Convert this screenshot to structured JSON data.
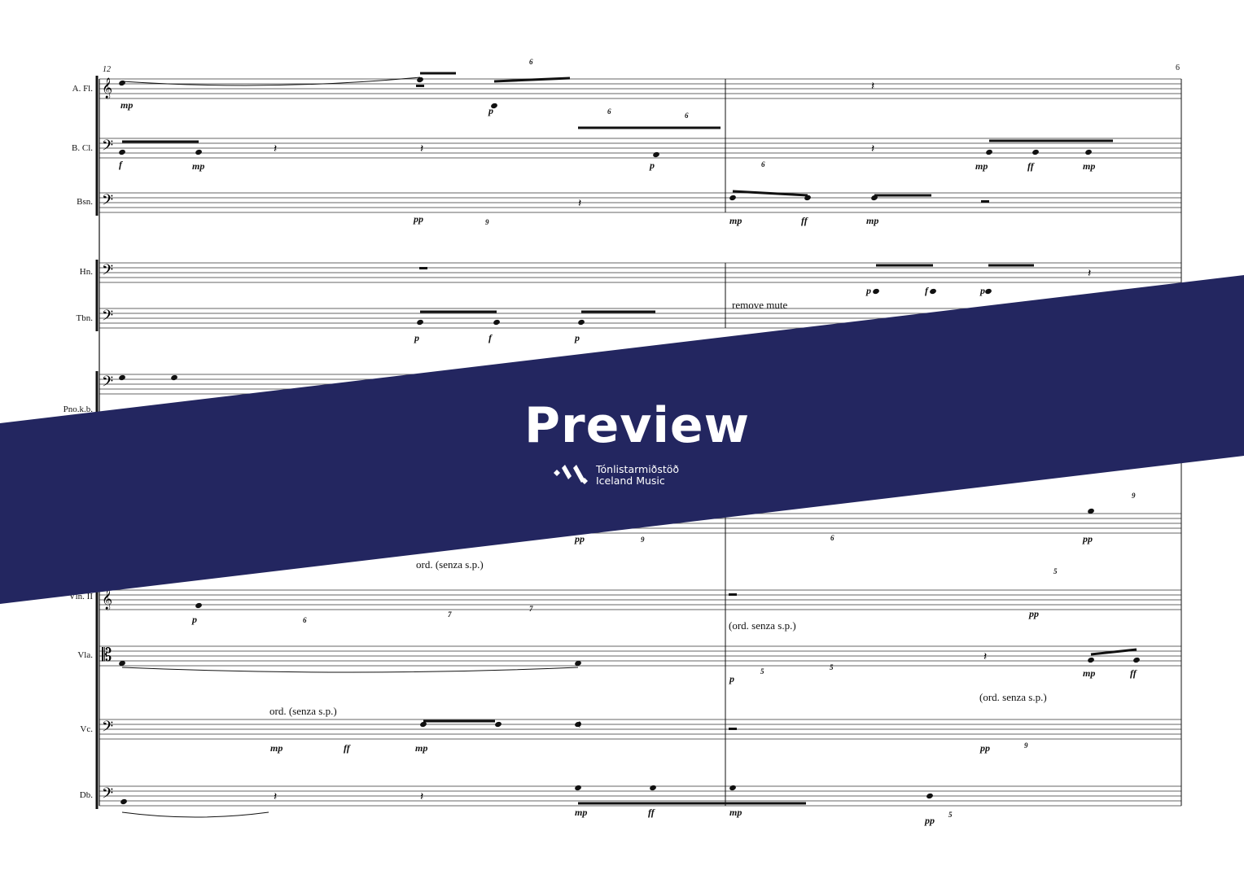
{
  "page_number": "6",
  "measure_number": "12",
  "instruments": [
    "A. Fl.",
    "B. Cl.",
    "Bsn.",
    "Hn.",
    "Tbn.",
    "Pno.k.b.",
    "Vln. II",
    "Vla.",
    "Vc.",
    "Db."
  ],
  "dynamics": {
    "fl_mp": "mp",
    "fl_p": "p",
    "bcl_f": "f",
    "bcl_mp": "mp",
    "bcl_p": "p",
    "bcl_mp2": "mp",
    "bcl_ff": "ff",
    "bcl_mp3": "mp",
    "bsn_pp": "pp",
    "bsn_mp": "mp",
    "bsn_ff": "ff",
    "bsn_mp2": "mp",
    "hn_p": "p",
    "hn_f": "f",
    "hn_p2": "p",
    "tbn_p": "p",
    "tbn_f": "f",
    "tbn_p2": "p",
    "vln1_pp": "pp",
    "vln1_pp2": "pp",
    "vln2_p": "p",
    "vln2_pp": "pp",
    "vla_p": "p",
    "vla_mp": "mp",
    "vla_ff": "ff",
    "vc_mp": "mp",
    "vc_ff": "ff",
    "vc_mp2": "mp",
    "vc_pp": "pp",
    "db_mp": "mp",
    "db_ff": "ff",
    "db_mp2": "mp",
    "db_pp": "pp"
  },
  "tuplets": {
    "fl1": "6",
    "fl2": "6",
    "bcl1": "6",
    "bcl2": "6",
    "bsn": "9",
    "vln1a": "9",
    "vln1b": "6",
    "vln1c": "9",
    "vln2a": "6",
    "vln2b": "7",
    "vln2c": "7",
    "vln2d": "5",
    "vla1": "5",
    "vla2": "5",
    "vc": "9",
    "db": "5"
  },
  "annotations": {
    "remove_mute": "remove mute",
    "vln2_ord": "ord. (senza s.p.)",
    "vla_ord": "(ord. senza s.p.)",
    "vc_ord1": "ord. (senza s.p.)",
    "vc_ord2": "(ord. senza s.p.)"
  },
  "banner": {
    "title": "Preview",
    "logo_line1": "Tónlistarmiðstöð",
    "logo_line2": "Iceland Music",
    "color": "#232660"
  }
}
